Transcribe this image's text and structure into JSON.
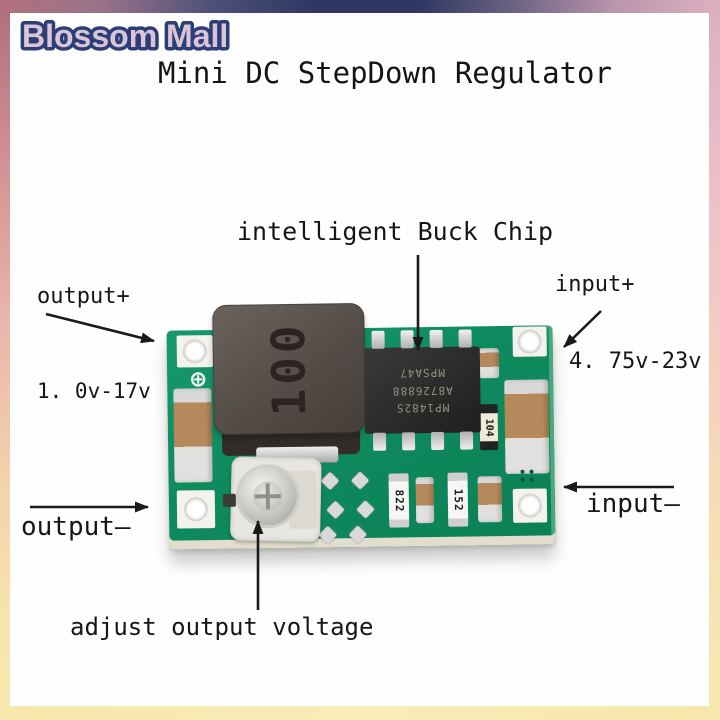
{
  "brand": {
    "name": "Blossom Mall"
  },
  "title": "Mini DC StepDown Regulator",
  "annotations": {
    "chip": "intelligent Buck Chip",
    "output_plus": "output+",
    "output_voltage_range": "1. 0v-17v",
    "input_plus": "input+",
    "input_voltage_range": "4. 75v-23v",
    "output_minus": "output—",
    "input_minus": "input—",
    "adjust": "adjust output voltage"
  },
  "board": {
    "inductor_marking": "100",
    "chip_lines": [
      "MP1482S",
      "A8726888",
      "MPSA47"
    ],
    "resistor_1": "822",
    "resistor_2": "152",
    "capacitor_code": "104",
    "polarity_icon": "⊕"
  },
  "colors": {
    "pcb_green": "#0e8a5e",
    "frame_rose": "#b1707e",
    "frame_navy": "#2e3862",
    "frame_pink": "#ddb0c1",
    "frame_yellow": "#f7e9af",
    "logo_fill": "#d8c6d6",
    "logo_stroke": "#2c3d77",
    "text_color": "#161616"
  }
}
